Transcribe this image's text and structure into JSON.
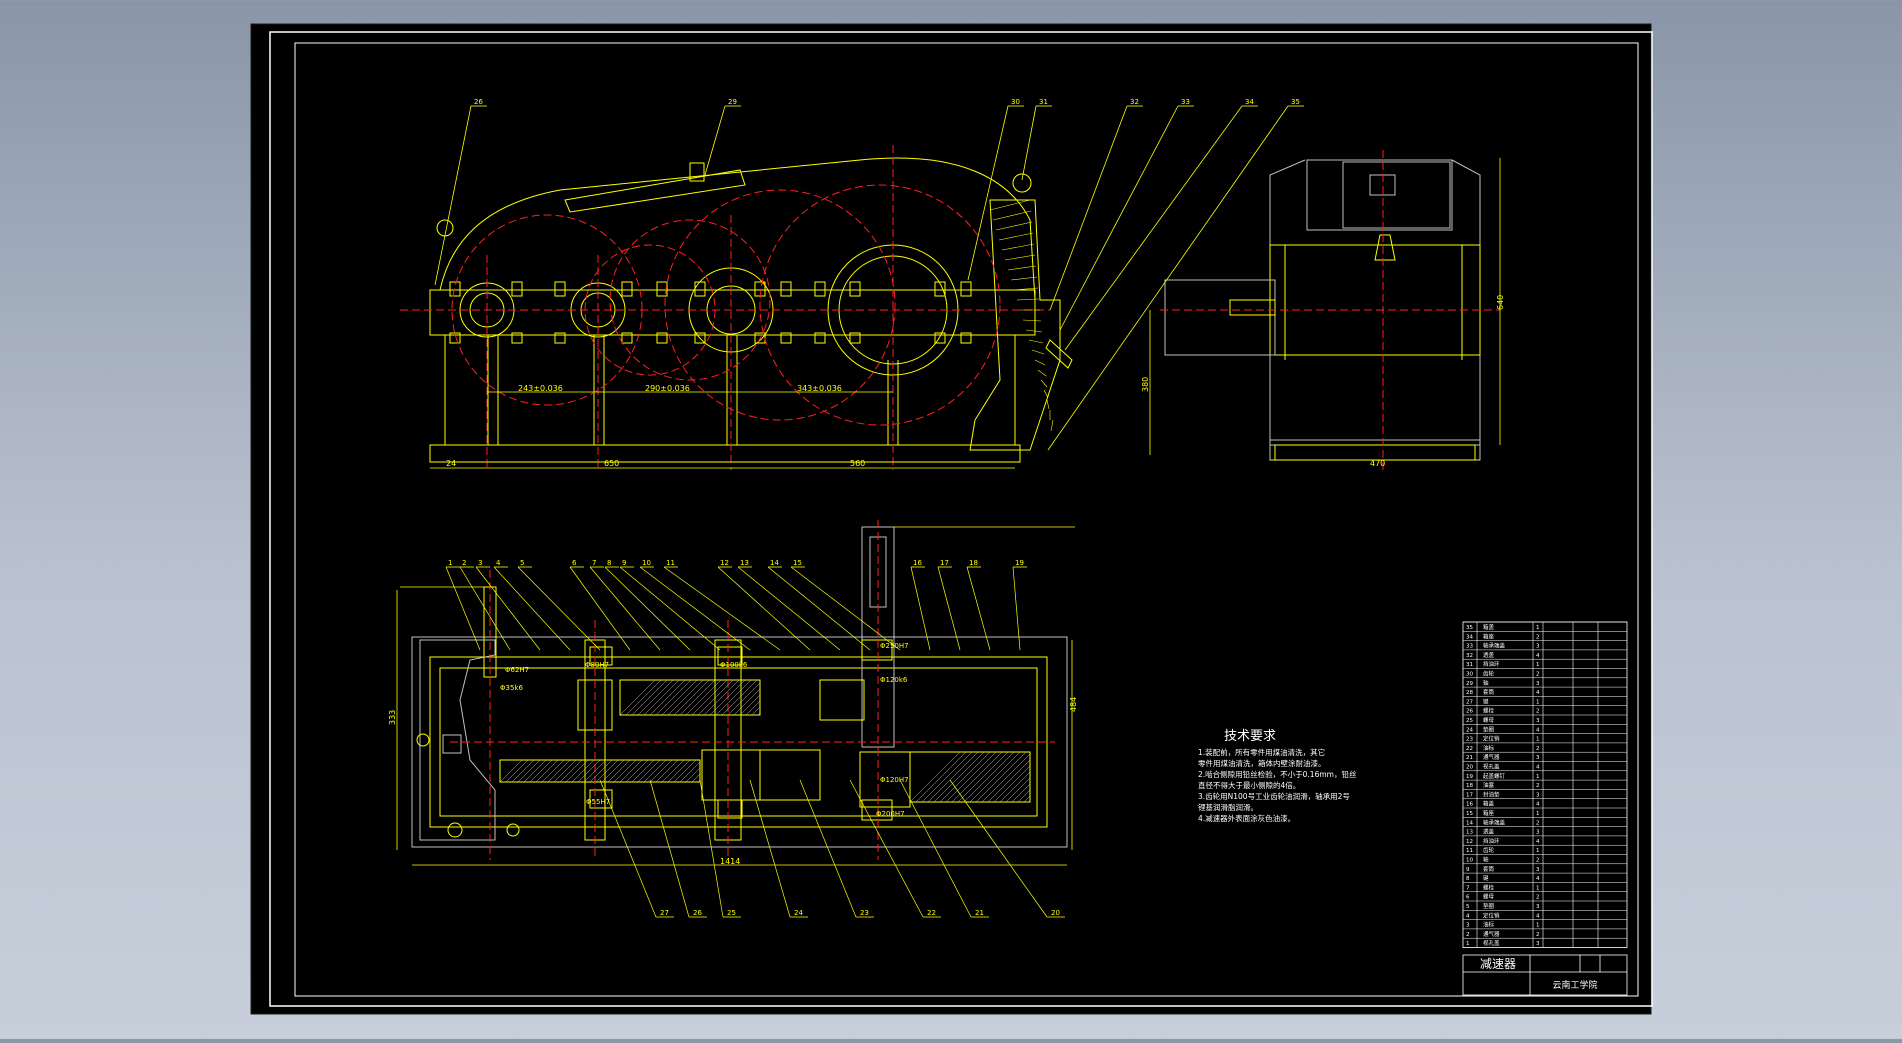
{
  "drawing": {
    "title": "减速器",
    "school": "云南工学院",
    "tech_heading": "技术要求",
    "tech_lines": [
      "1.装配前，所有零件用煤油清洗，其它",
      "  零件用煤油清洗，箱体内壁涂耐油漆。",
      "2.啮合侧隙用铅丝检验，不小于0.16mm，铅丝",
      "  直径不得大于最小侧隙的4倍。",
      "3.齿轮用N100号工业齿轮油润滑，轴承用2号",
      "  锂基润滑脂润滑。",
      "4.减速器外表面涂灰色油漆。"
    ],
    "top_callouts": [
      "26",
      "29",
      "30",
      "31",
      "32",
      "33",
      "34",
      "35"
    ],
    "plan_callouts_top": [
      "1",
      "2",
      "3",
      "4",
      "5",
      "6",
      "7",
      "8",
      "9",
      "10",
      "11",
      "12",
      "13",
      "14",
      "15",
      "16",
      "17",
      "18",
      "19"
    ],
    "plan_callouts_bottom": [
      "27",
      "26",
      "25",
      "24",
      "23",
      "22",
      "21",
      "20"
    ],
    "dims": {
      "elev_a": "243±0.036",
      "elev_b": "290±0.036",
      "elev_c": "343±0.036",
      "elev_bottom_1": "24",
      "elev_bottom_2": "650",
      "elev_bottom_3": "560",
      "side_height": "640",
      "side_width": "470",
      "side_left": "380",
      "plan_width": "1414",
      "plan_left": "333",
      "plan_right": "484",
      "fit_1": "Φ62H7",
      "fit_2": "Φ35k6",
      "fit_3": "Φ80H7",
      "fit_4": "Φ100k6",
      "fit_5": "Φ250H7",
      "fit_6": "Φ120k6",
      "fit_7": "Φ120H7",
      "fit_8": "Φ200H7",
      "fit_9": "Φ55H7"
    },
    "bom_rows": 35,
    "bom_sample": [
      "箱盖",
      "箱座",
      "轴承端盖",
      "透盖",
      "挡油环",
      "齿轮",
      "轴",
      "套筒",
      "键",
      "螺栓",
      "螺母",
      "垫圈",
      "定位销",
      "油标",
      "通气器",
      "视孔盖",
      "起盖螺钉",
      "油塞",
      "封油垫"
    ],
    "colors": {
      "paper": "#000000",
      "frame": "#ffffff",
      "outline": "#ffff00",
      "centerline": "#ff2020",
      "gray": "#c0c0c0"
    }
  }
}
